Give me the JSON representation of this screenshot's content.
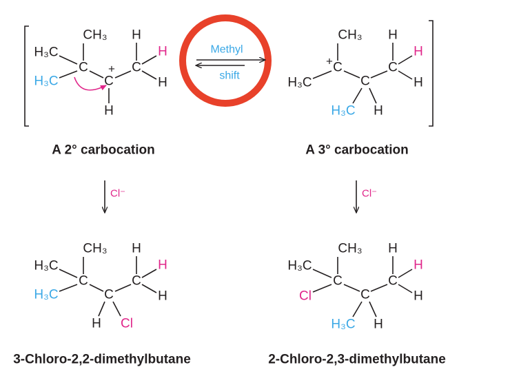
{
  "equilibrium": {
    "label_top": "Methyl",
    "label_bottom": "shift",
    "highlight_color": "#e8412a"
  },
  "colors": {
    "text": "#231f20",
    "migrating_group": "#3aa8e6",
    "highlight_atom": "#e0268a"
  },
  "secondary_cation": {
    "caption": "A 2° carbocation",
    "atoms": {
      "ch3": "CH₃",
      "h_top": "H",
      "h3c_upper": "H₃C",
      "c1": "C",
      "h3c_lower": "H₃C",
      "c2": "C",
      "charge": "+",
      "c3": "C",
      "h_pink": "H",
      "h_right": "H",
      "h_bottom": "H"
    }
  },
  "tertiary_cation": {
    "caption": "A 3° carbocation",
    "atoms": {
      "ch3": "CH₃",
      "h_top": "H",
      "charge": "+",
      "c1": "C",
      "h3c_left": "H₃C",
      "c2": "C",
      "c3": "C",
      "h_pink": "H",
      "h_right": "H",
      "h3c_bottom": "H₃C",
      "h_bottom": "H"
    }
  },
  "reagent": {
    "left": "Cl⁻",
    "right": "Cl⁻"
  },
  "product_left": {
    "name": "3-Chloro-2,2-dimethylbutane",
    "atoms": {
      "ch3": "CH₃",
      "h_top": "H",
      "h3c_upper": "H₃C",
      "c1": "C",
      "h3c_lower": "H₃C",
      "c2": "C",
      "c3": "C",
      "h_pink": "H",
      "h_right": "H",
      "h_bottom": "H",
      "cl": "Cl"
    }
  },
  "product_right": {
    "name": "2-Chloro-2,3-dimethylbutane",
    "atoms": {
      "ch3": "CH₃",
      "h_top": "H",
      "h3c_left": "H₃C",
      "c1": "C",
      "cl": "Cl",
      "c2": "C",
      "c3": "C",
      "h_pink": "H",
      "h_right": "H",
      "h3c_bottom": "H₃C",
      "h_bottom": "H"
    }
  }
}
